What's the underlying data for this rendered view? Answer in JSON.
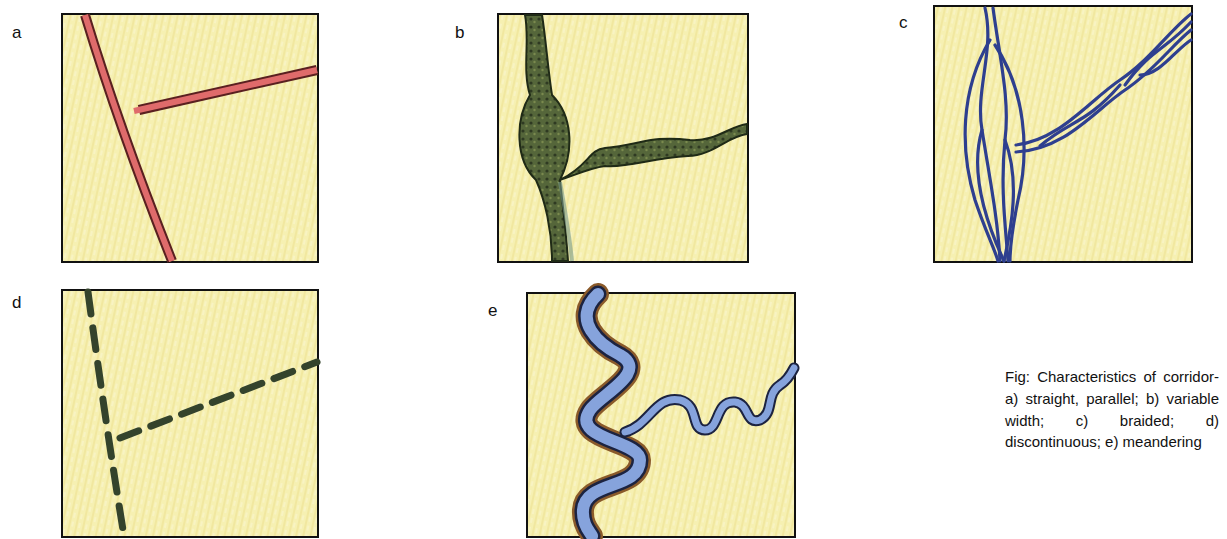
{
  "diagram": {
    "caption": "Fig: Characteristics of corridor- a) straight, parallel; b) variable width; c) braided; d) discontinuous; e) meandering",
    "labels": [
      "a",
      "b",
      "c",
      "d",
      "e"
    ]
  }
}
